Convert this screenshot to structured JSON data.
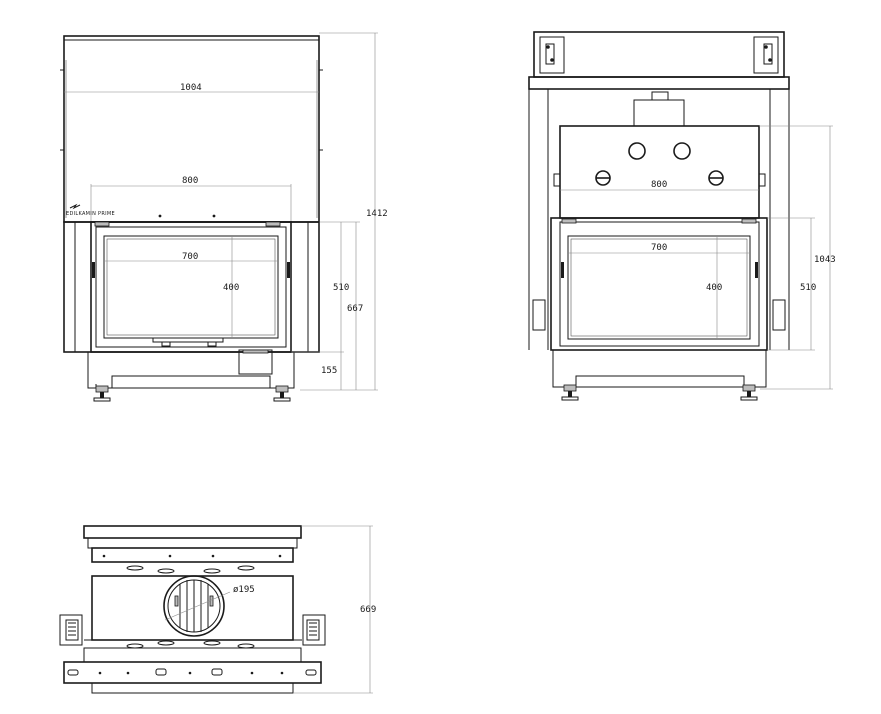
{
  "views": {
    "front": {
      "logo_text": "EDILKAMIN PRIME",
      "dims": {
        "width_top": "1004",
        "width_door": "800",
        "glass_width": "700",
        "glass_height": "400",
        "door_height": "510",
        "front_height": "667",
        "base_height": "155",
        "total_height": "1412"
      }
    },
    "rear": {
      "dims": {
        "width": "800",
        "glass_width": "700",
        "glass_height": "400",
        "door_height": "510",
        "total_height": "1043"
      }
    },
    "top": {
      "dims": {
        "flue_diameter": "ø195",
        "depth": "669"
      }
    }
  }
}
